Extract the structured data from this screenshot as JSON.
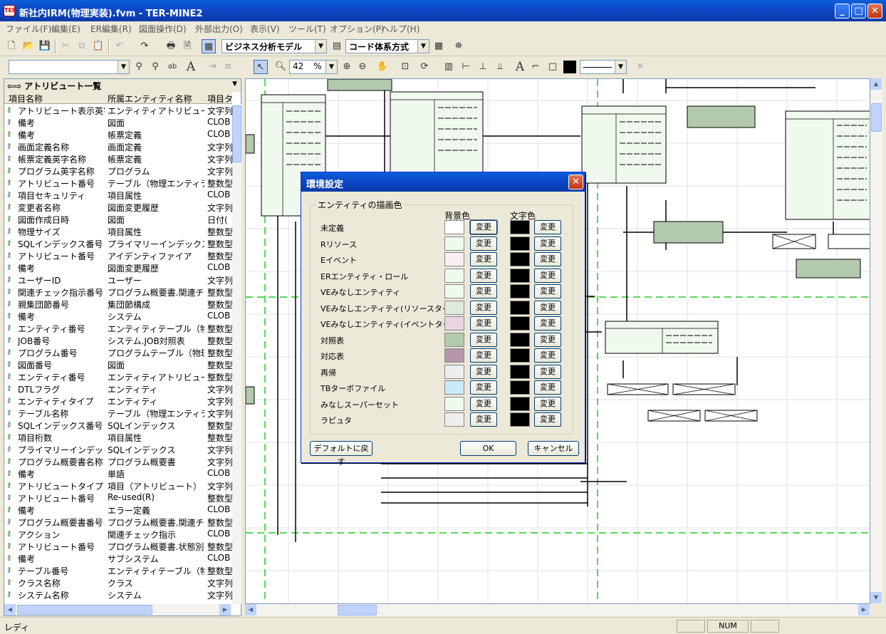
{
  "window": {
    "title": "新社内IRM(物理実装).fvm - TER-MINE2",
    "app_icon": "TER",
    "buttons": [
      "minimize-icon",
      "maximize-icon",
      "close-icon"
    ]
  },
  "menu": [
    "ファイル(F)",
    "編集(E)",
    "ER編集(R)",
    "図面操作(D)",
    "外部出力(O)",
    "表示(V)",
    "ツール(T)",
    "オプション(P)",
    "ヘルプ(H)"
  ],
  "toolbar": {
    "model_combo": "ビジネス分析モデル",
    "system_combo": "コード体系方式",
    "zoom_value": "42",
    "zoom_unit": "%"
  },
  "left_panel": {
    "title": "アトリビュート一覧",
    "columns": [
      "項目名称",
      "所属エンティティ名称",
      "項目タ"
    ],
    "rows": [
      [
        "アトリビュート表示英字…",
        "エンティティアトリビュート…",
        "文字列"
      ],
      [
        "備考",
        "図面",
        "CLOB"
      ],
      [
        "備考",
        "帳票定義",
        "CLOB"
      ],
      [
        "画面定義名称",
        "画面定義",
        "文字列"
      ],
      [
        "帳票定義英字名称",
        "帳票定義",
        "文字列"
      ],
      [
        "プログラム英字名称",
        "プログラム",
        "文字列"
      ],
      [
        "アトリビュート番号",
        "テーブル（物理エンティティ…",
        "整数型"
      ],
      [
        "項目セキュリティ",
        "項目属性",
        "CLOB"
      ],
      [
        "変更者名称",
        "図面変更履歴",
        "文字列"
      ],
      [
        "図面作成日時",
        "図面",
        "日付("
      ],
      [
        "物理サイズ",
        "項目属性",
        "整数型"
      ],
      [
        "SQLインデックス番号",
        "プライマリーインデックス",
        "整数型"
      ],
      [
        "アトリビュート番号",
        "アイデンティファイア",
        "整数型"
      ],
      [
        "備考",
        "図面変更履歴",
        "CLOB"
      ],
      [
        "ユーザーID",
        "ユーザー",
        "文字列"
      ],
      [
        "関連チェック指示番号",
        "プログラム概要書.関連チ…",
        "整数型"
      ],
      [
        "親集団節番号",
        "集団節構成",
        "整数型"
      ],
      [
        "備考",
        "システム",
        "CLOB"
      ],
      [
        "エンティティ番号",
        "エンティティテーブル（物理…",
        "整数型"
      ],
      [
        "JOB番号",
        "システム.JOB対照表",
        "整数型"
      ],
      [
        "プログラム番号",
        "プログラムテーブル（物理…",
        "整数型"
      ],
      [
        "図面番号",
        "図面",
        "整数型"
      ],
      [
        "エンティティ番号",
        "エンティティアトリビュート…",
        "整数型"
      ],
      [
        "DTLフラグ",
        "エンティティ",
        "文字列"
      ],
      [
        "エンティティタイプ",
        "エンティティ",
        "文字列"
      ],
      [
        "テーブル名称",
        "テーブル（物理エンティティ）",
        "文字列"
      ],
      [
        "SQLインデックス番号",
        "SQLインデックス",
        "整数型"
      ],
      [
        "項目桁数",
        "項目属性",
        "整数型"
      ],
      [
        "プライマリーインデックスフ…",
        "SQLインデックス",
        "文字列"
      ],
      [
        "プログラム概要書名称",
        "プログラム概要書",
        "文字列"
      ],
      [
        "備考",
        "単語",
        "CLOB"
      ],
      [
        "アトリビュートタイプ",
        "項目（アトリビュート）",
        "文字列"
      ],
      [
        "アトリビュート番号",
        "Re-used(R)",
        "整数型"
      ],
      [
        "備考",
        "エラー定義",
        "CLOB"
      ],
      [
        "プログラム概要書番号",
        "プログラム概要書.関連チ…",
        "整数型"
      ],
      [
        "アクション",
        "関連チェック指示",
        "CLOB"
      ],
      [
        "アトリビュート番号",
        "プログラム概要書.状態別…",
        "整数型"
      ],
      [
        "備考",
        "サブシステム",
        "CLOB"
      ],
      [
        "テーブル番号",
        "エンティティテーブル（物理…",
        "整数型"
      ],
      [
        "クラス名称",
        "クラス",
        "文字列"
      ],
      [
        "システム名称",
        "システム",
        "文字列"
      ]
    ]
  },
  "dialog": {
    "title": "環境設定",
    "group_label": "エンティティの描画色",
    "bg_header": "背景色",
    "fg_header": "文字色",
    "change_label": "変更",
    "rows": [
      {
        "label": "未定義",
        "bg": "#ffffff",
        "fg": "#000000"
      },
      {
        "label": "Rリソース",
        "bg": "#eefaee",
        "fg": "#000000"
      },
      {
        "label": "Eイベント",
        "bg": "#fbeef2",
        "fg": "#000000"
      },
      {
        "label": "ERエンティティ・ロール",
        "bg": "#eefaee",
        "fg": "#000000"
      },
      {
        "label": "VEみなしエンティティ",
        "bg": "#eefaee",
        "fg": "#000000"
      },
      {
        "label": "VEみなしエンティティ(リソースタイプ)",
        "bg": "#dfeade",
        "fg": "#000000"
      },
      {
        "label": "VEみなしエンティティ(イベントタイプ)",
        "bg": "#ead4e2",
        "fg": "#000000"
      },
      {
        "label": "対照表",
        "bg": "#b3c9ad",
        "fg": "#000000"
      },
      {
        "label": "対応表",
        "bg": "#b496ac",
        "fg": "#000000"
      },
      {
        "label": "再帰",
        "bg": "#eeeeee",
        "fg": "#000000"
      },
      {
        "label": "TBターボファイル",
        "bg": "#c9eaf7",
        "fg": "#000000"
      },
      {
        "label": "みなしスーパーセット",
        "bg": "#eefaee",
        "fg": "#000000"
      },
      {
        "label": "ラピュタ",
        "bg": "#eeeeee",
        "fg": "#000000"
      }
    ],
    "default_button": "デフォルトに戻す",
    "ok_button": "OK",
    "cancel_button": "キャンセル"
  },
  "status": {
    "text": "レディ",
    "num": "NUM"
  }
}
